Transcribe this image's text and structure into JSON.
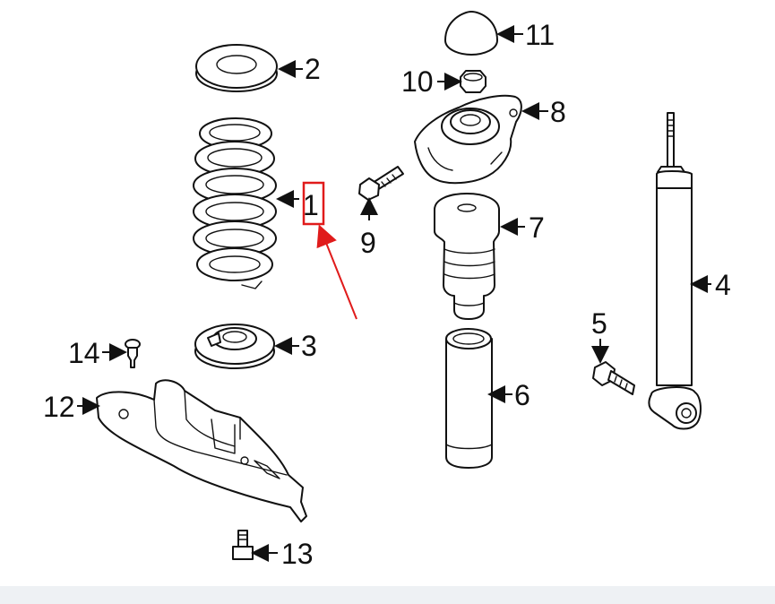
{
  "callouts": [
    {
      "id": "1",
      "label": "1"
    },
    {
      "id": "2",
      "label": "2"
    },
    {
      "id": "3",
      "label": "3"
    },
    {
      "id": "4",
      "label": "4"
    },
    {
      "id": "5",
      "label": "5"
    },
    {
      "id": "6",
      "label": "6"
    },
    {
      "id": "7",
      "label": "7"
    },
    {
      "id": "8",
      "label": "8"
    },
    {
      "id": "9",
      "label": "9"
    },
    {
      "id": "10",
      "label": "10"
    },
    {
      "id": "11",
      "label": "11"
    },
    {
      "id": "12",
      "label": "12"
    },
    {
      "id": "13",
      "label": "13"
    },
    {
      "id": "14",
      "label": "14"
    }
  ],
  "highlight": {
    "callout": "1",
    "color": "#e01b1b"
  },
  "colors": {
    "line": "#111111",
    "background": "#ffffff",
    "highlight": "#e01b1b",
    "footer": "#eef1f4"
  }
}
